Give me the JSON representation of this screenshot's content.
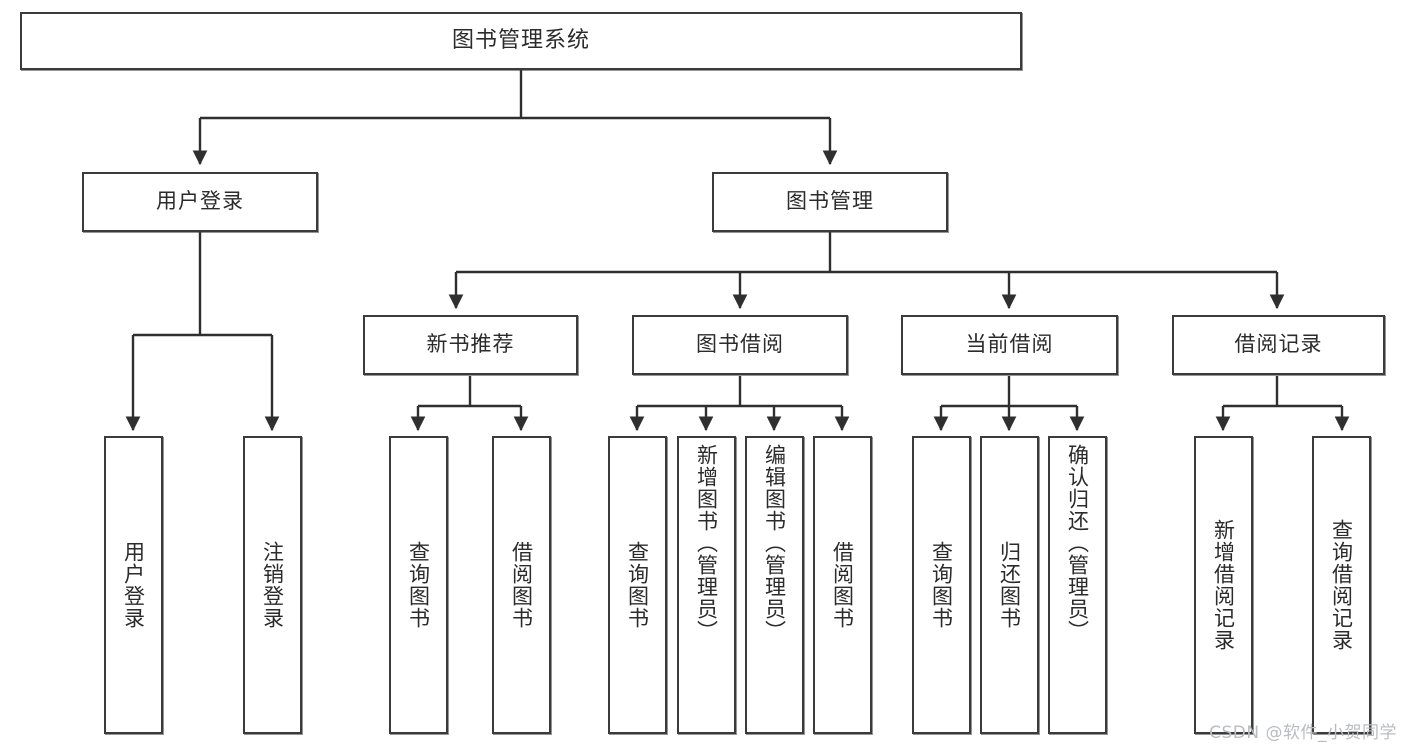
{
  "diagram": {
    "type": "tree",
    "title": "图书管理系统",
    "watermark": "CSDN @软件_小贺同学",
    "colors": {
      "box_border": "#3b3b3b",
      "box_fill": "#ffffff",
      "edge": "#2f2f2f",
      "text": "#2b2b2b",
      "watermark": "#b9bcc0",
      "background": "#ffffff"
    },
    "nodes": {
      "root": {
        "label": "图书管理系统"
      },
      "level2": [
        {
          "id": "user-login",
          "label": "用户登录"
        },
        {
          "id": "book-manage",
          "label": "图书管理"
        }
      ],
      "level3": [
        {
          "id": "new-book-recommend",
          "label": "新书推荐"
        },
        {
          "id": "book-borrow",
          "label": "图书借阅"
        },
        {
          "id": "current-borrow",
          "label": "当前借阅"
        },
        {
          "id": "borrow-record",
          "label": "借阅记录"
        }
      ],
      "leaves": {
        "user_login": [
          {
            "id": "leaf-user-login",
            "label": "用户登录"
          },
          {
            "id": "leaf-logout-login",
            "label": "注销登录"
          }
        ],
        "new_book_recommend": [
          {
            "id": "leaf-query-book-1",
            "label": "查询图书"
          },
          {
            "id": "leaf-borrow-book-1",
            "label": "借阅图书"
          }
        ],
        "book_borrow": [
          {
            "id": "leaf-query-book-2",
            "label": "查询图书"
          },
          {
            "id": "leaf-add-book",
            "label": "新增图书（管理员）"
          },
          {
            "id": "leaf-edit-book",
            "label": "编辑图书（管理员）"
          },
          {
            "id": "leaf-borrow-book-2",
            "label": "借阅图书"
          }
        ],
        "current_borrow": [
          {
            "id": "leaf-query-book-3",
            "label": "查询图书"
          },
          {
            "id": "leaf-return-book",
            "label": "归还图书"
          },
          {
            "id": "leaf-confirm-return",
            "label": "确认归还（管理员）"
          }
        ],
        "borrow_record": [
          {
            "id": "leaf-add-record",
            "label": "新增借阅记录"
          },
          {
            "id": "leaf-query-record",
            "label": "查询借阅记录"
          }
        ]
      }
    }
  }
}
